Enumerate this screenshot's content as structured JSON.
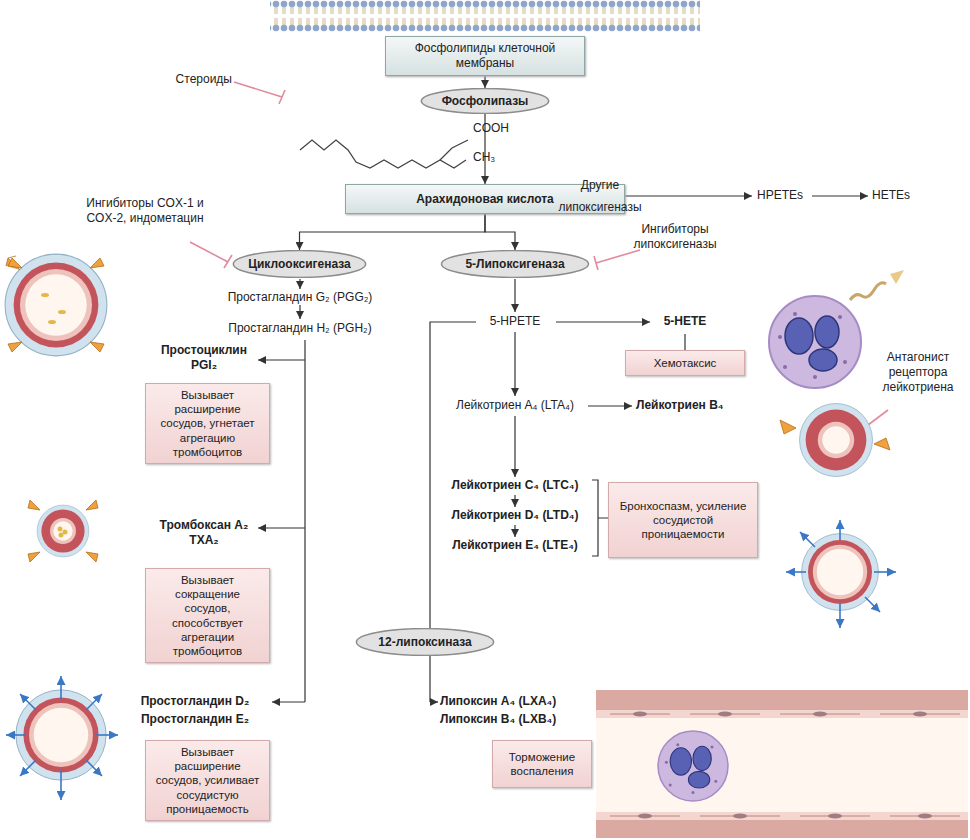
{
  "diagram": {
    "nodes": [
      {
        "text": [
          "Фосфолипиды клеточной мембраны"
        ]
      },
      {
        "text": [
          "Фосфолипазы"
        ]
      },
      {
        "text": [
          "Арахидоновая кислота"
        ]
      },
      {
        "text": [
          "Циклооксигеназа"
        ]
      },
      {
        "text": [
          "5-Липоксигеназа"
        ]
      },
      {
        "text": [
          "Хемотаксис"
        ]
      },
      {
        "text": [
          "Вызывает расширение сосудов, угнетает агрегацию тромбоцитов"
        ]
      },
      {
        "text": [
          "Вызывает сокращение сосудов, способствует агрегации тромбоцитов"
        ]
      },
      {
        "text": [
          "Бронхоспазм, усиление сосудистой проницаемости"
        ]
      },
      {
        "text": [
          "12-липоксиназа"
        ]
      },
      {
        "text": [
          "Вызывает расширение сосудов, усиливает сосудистую проницаемость"
        ]
      },
      {
        "text": [
          "Торможение воспаления"
        ]
      }
    ],
    "edges": [
      {
        "from": 0,
        "to": 1,
        "arrow": "to"
      },
      {
        "from": 1,
        "to": 2,
        "arrow": "to"
      },
      {
        "from": 2,
        "to": 3,
        "arrow": "to"
      },
      {
        "from": 2,
        "to": 4,
        "arrow": "to"
      }
    ],
    "labels": [
      "Стероиды",
      "COOH",
      "CH₃",
      "Другие",
      "липоксигеназы",
      "HPETEs",
      "HETEs",
      "Ингибиторы COX-1 и COX-2, индометацин",
      "Ингибиторы липоксигеназы",
      "Простагландин G₂ (PGG₂)",
      "Простагландин H₂ (PGH₂)",
      "5-HPETE",
      "5-HETE",
      "Простоциклин PGI₂",
      "Тромбоксан A₂ TXA₂",
      "Лейкотриен A₄ (LTA₄)",
      "Лейкотриен B₄",
      "Лейкотриен C₄ (LTC₄)",
      "Лейкотриен D₄ (LTD₄)",
      "Лейкотриен E₄ (LTE₄)",
      "Антагонист рецептора лейкотриена",
      "Простогландин D₂",
      "Простогландин E₂",
      "Липоксин A₄ (LXA₄)",
      "Липоксин B₄ (LXB₄)"
    ]
  }
}
